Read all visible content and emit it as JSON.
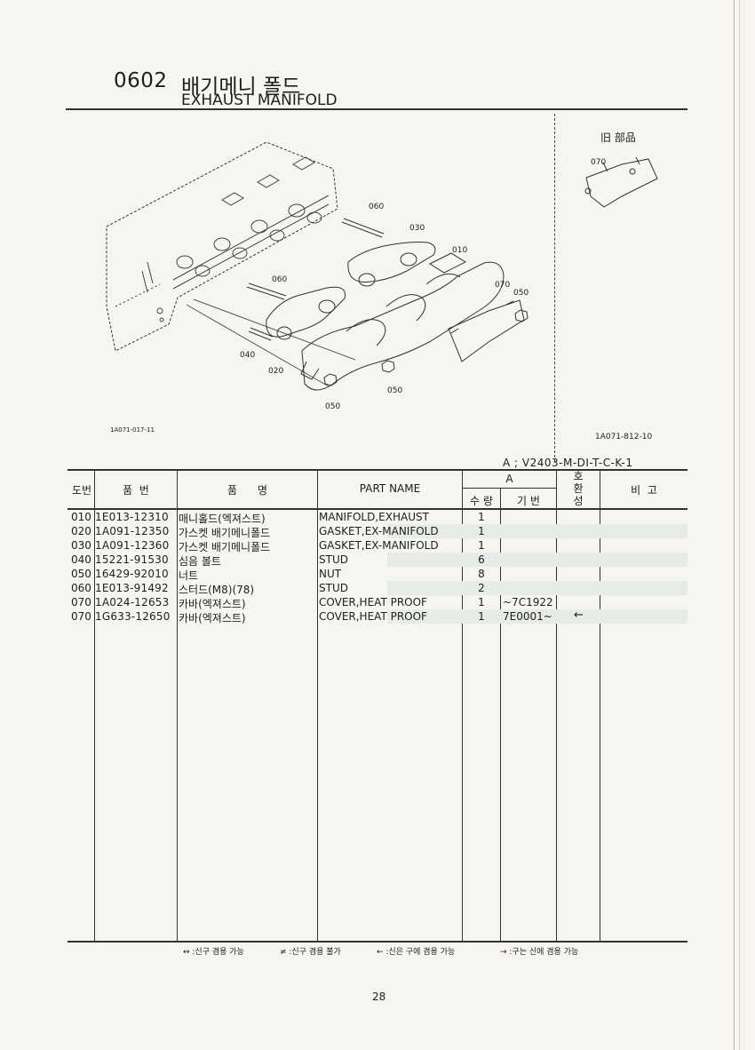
{
  "header": {
    "code": "0602",
    "title_ko": "배기메니 폴드",
    "title_en": "EXHAUST MANIFOLD"
  },
  "figure": {
    "old_parts_label": "旧 部品",
    "callouts": {
      "c010": "010",
      "c020": "020",
      "c030": "030",
      "c040": "040",
      "c050a": "050",
      "c050b": "050",
      "c050c": "050",
      "c060a": "060",
      "c060b": "060",
      "c070a": "070",
      "c070b": "070"
    },
    "ref_left": "1A071-017-11",
    "ref_right": "1A071-812-10"
  },
  "table": {
    "model_line": "A ; V2403-M-DI-T-C-K-1",
    "headers": {
      "no": "도번",
      "part_no": "품  번",
      "name_ko": "품      명",
      "part_name": "PART NAME",
      "group": "A",
      "qty": "수 량",
      "serial": "기 번",
      "compat": "호\n환\n성",
      "remark": "비  고"
    },
    "rows": [
      {
        "no": "010",
        "part": "1E013-12310",
        "ko": "매니홀드(엑져스트)",
        "en": "MANIFOLD,EXHAUST",
        "qty": "1",
        "serial": "",
        "compat": ""
      },
      {
        "no": "020",
        "part": "1A091-12350",
        "ko": "가스켓 배기메니폴드",
        "en": "GASKET,EX-MANIFOLD",
        "qty": "1",
        "serial": "",
        "compat": ""
      },
      {
        "no": "030",
        "part": "1A091-12360",
        "ko": "가스켓 배기메니폴드",
        "en": "GASKET,EX-MANIFOLD",
        "qty": "1",
        "serial": "",
        "compat": ""
      },
      {
        "no": "040",
        "part": "15221-91530",
        "ko": "심음 볼트",
        "en": "STUD",
        "qty": "6",
        "serial": "",
        "compat": ""
      },
      {
        "no": "050",
        "part": "16429-92010",
        "ko": "너트",
        "en": "NUT",
        "qty": "8",
        "serial": "",
        "compat": ""
      },
      {
        "no": "060",
        "part": "1E013-91492",
        "ko": "스터드(M8)(78)",
        "en": "STUD",
        "qty": "2",
        "serial": "",
        "compat": ""
      },
      {
        "no": "070",
        "part": "1A024-12653",
        "ko": "카바(엑져스트)",
        "en": "COVER,HEAT PROOF",
        "qty": "1",
        "serial": "~7C1922",
        "compat": ""
      },
      {
        "no": "070",
        "part": "1G633-12650",
        "ko": "카바(엑져스트)",
        "en": "COVER,HEAT PROOF",
        "qty": "1",
        "serial": "7E0001~",
        "compat": "←"
      }
    ]
  },
  "legend": {
    "both": "↔ :신구 겸용 가능",
    "none": "≠ :신구 겸용 불가",
    "new_on_old": "← :신은 구에 겸용 가능",
    "old_on_new": "→ :구는 신에 겸용 가능"
  },
  "footer": {
    "page": "28"
  }
}
